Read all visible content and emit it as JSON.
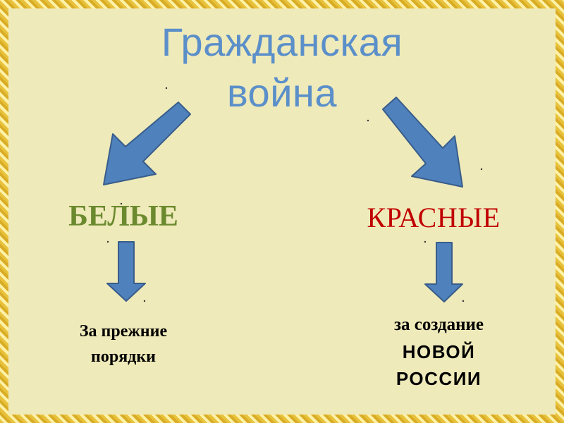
{
  "title": {
    "line1": "Гражданская",
    "line2": "война"
  },
  "left": {
    "label": "БЕЛЫЕ",
    "goal_line1": "За прежние",
    "goal_line2": "порядки",
    "label_color": "#6b8a2e"
  },
  "right": {
    "label": "КРАСНЫЕ",
    "goal_line1": "за создание",
    "goal_line2": "НОВОЙ",
    "goal_line3": "РОССИИ",
    "label_color": "#c00000"
  },
  "colors": {
    "title": "#5b8fc9",
    "arrow_fill": "#4f81bd",
    "arrow_stroke": "#385d8a",
    "background": "#efeaba",
    "frame": "#e8c23c"
  }
}
